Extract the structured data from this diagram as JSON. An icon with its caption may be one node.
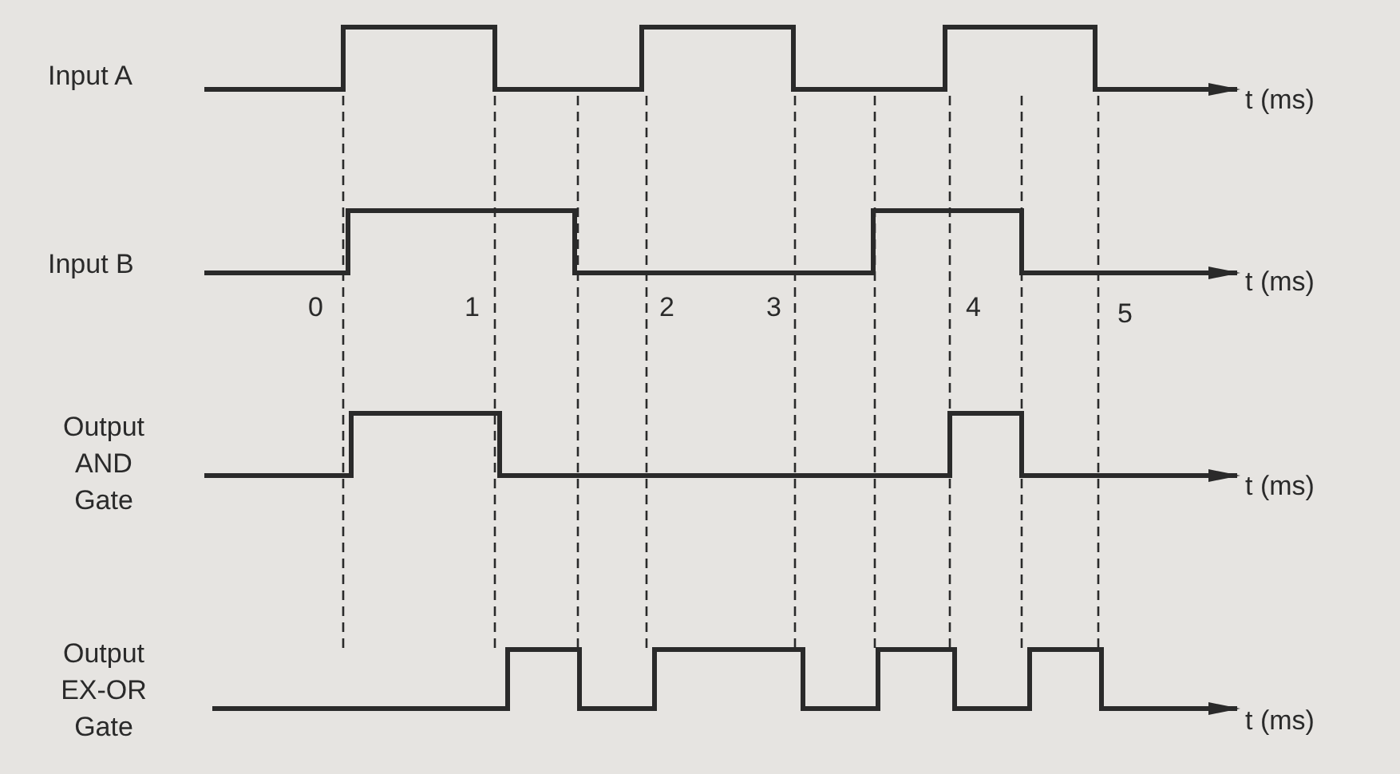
{
  "diagram": {
    "labels": [
      "Input A",
      "t (ms)",
      "Input B",
      "0",
      "1",
      "2",
      "3",
      "4",
      "5",
      "t (ms)",
      "Output AND Gate",
      "t (ms)",
      "Output EX-OR Gate",
      "t (ms)"
    ]
  }
}
